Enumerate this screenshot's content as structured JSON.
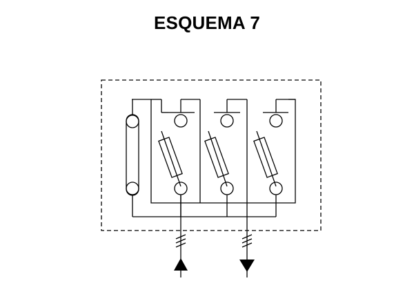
{
  "title": "ESQUEMA 7",
  "diagram": {
    "type": "electrical-schematic",
    "colors": {
      "stroke": "#000000",
      "background": "#ffffff"
    },
    "components": {
      "bus-bar": 1,
      "switch-units": 3,
      "fuses": 3,
      "cable-entries": 2
    },
    "arrows": [
      "up",
      "down"
    ]
  }
}
